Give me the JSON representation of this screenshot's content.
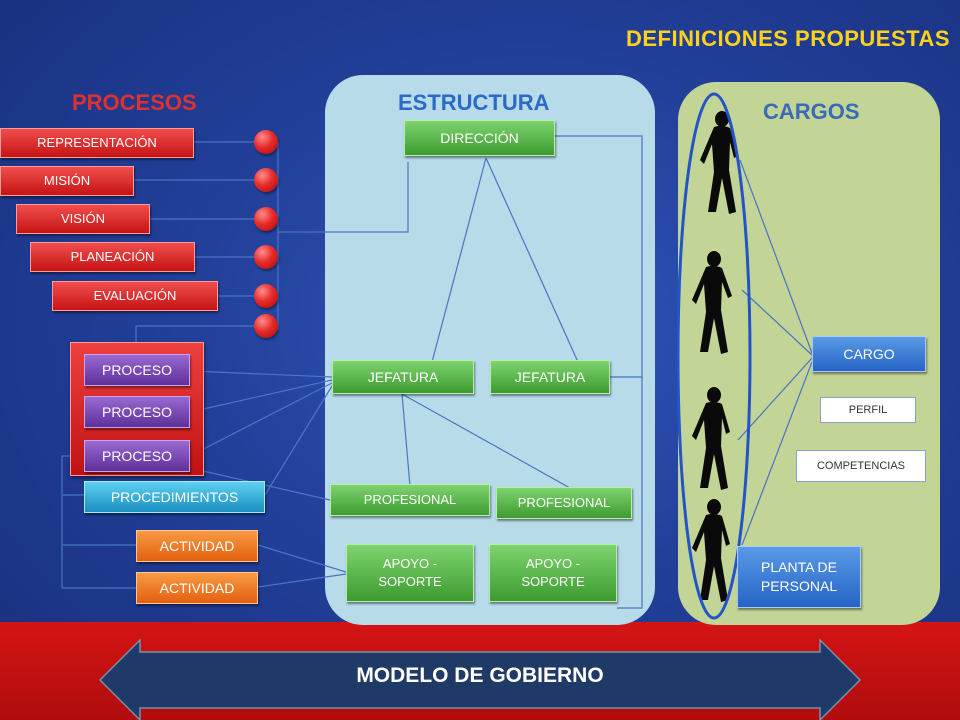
{
  "title": "DEFINICIONES PROPUESTAS",
  "headers": {
    "procesos": "PROCESOS",
    "estructura": "ESTRUCTURA",
    "cargos": "CARGOS"
  },
  "procesos": {
    "items": [
      "REPRESENTACIÓN",
      "MISIÓN",
      "VISIÓN",
      "PLANEACIÓN",
      "EVALUACIÓN"
    ],
    "proceso": [
      "PROCESO",
      "PROCESO",
      "PROCESO"
    ],
    "procedimientos": "PROCEDIMIENTOS",
    "actividades": [
      "ACTIVIDAD",
      "ACTIVIDAD"
    ]
  },
  "estructura": {
    "direccion": "DIRECCIÓN",
    "jefaturas": [
      "JEFATURA",
      "JEFATURA"
    ],
    "profesionales": [
      "PROFESIONAL",
      "PROFESIONAL"
    ],
    "apoyo": [
      "APOYO - SOPORTE",
      "APOYO - SOPORTE"
    ]
  },
  "cargos": {
    "cargo": "CARGO",
    "perfil": "PERFIL",
    "competencias": "COMPETENCIAS",
    "planta": "PLANTA DE PERSONAL"
  },
  "banner": "MODELO DE GOBIERNO",
  "colors": {
    "title": "#ffd21a",
    "procesos_header": "#e03030",
    "estructura_header": "#2a6ac8",
    "cargos_header": "#3a6ab8",
    "background": "#22409a",
    "band": "#c81010"
  }
}
